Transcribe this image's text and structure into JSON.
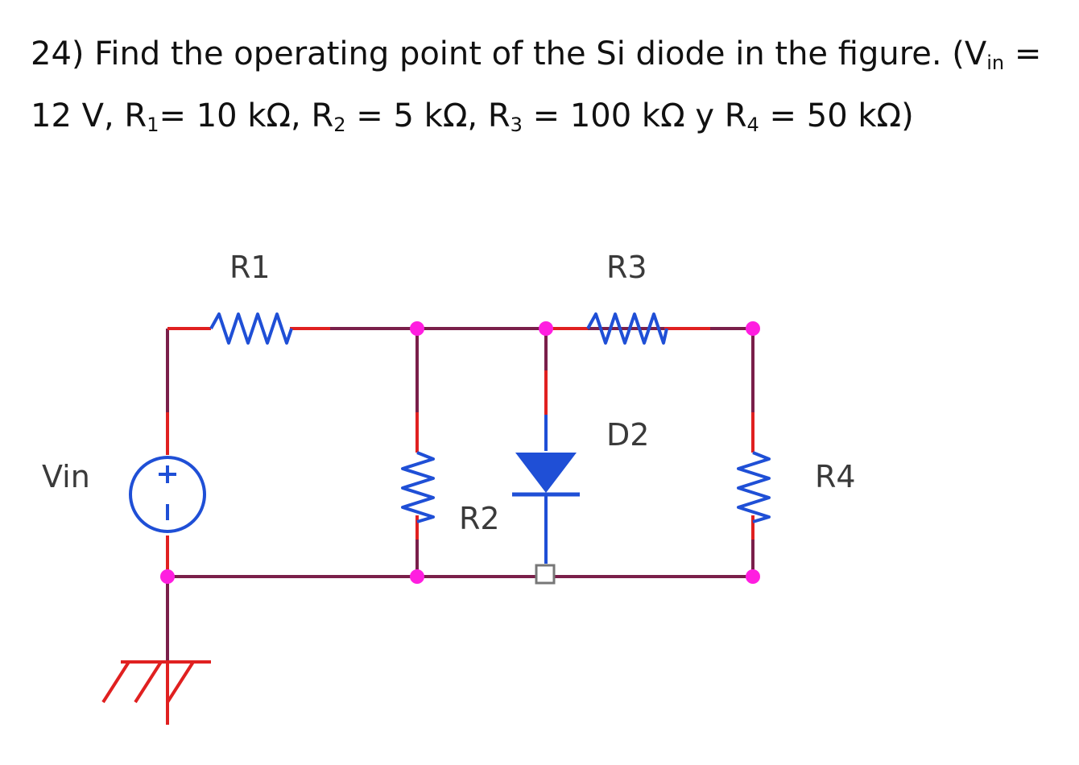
{
  "problem": {
    "number": "24)",
    "text_before": "Find the operating point of the Si diode in the figure. (V",
    "vin_sub": "in",
    "text_eq1": " = 12 V, R",
    "r1_sub": "1",
    "r1_val": "= 10 kΩ, R",
    "r2_sub": "2",
    "r2_val": " = 5 kΩ, R",
    "r3_sub": "3",
    "r3_val": " = 100 kΩ y R",
    "r4_sub": "4",
    "r4_val": " = 50 kΩ)"
  },
  "circuit": {
    "labels": {
      "r1": "R1",
      "r2": "R2",
      "r3": "R3",
      "r4": "R4",
      "d2": "D2",
      "vin": "Vin",
      "plus": "+",
      "minus": "−"
    },
    "colors": {
      "wire": "#7a1f4a",
      "lead": "#e02020",
      "component": "#1f4fd6",
      "node": "#ff1ee0"
    }
  }
}
